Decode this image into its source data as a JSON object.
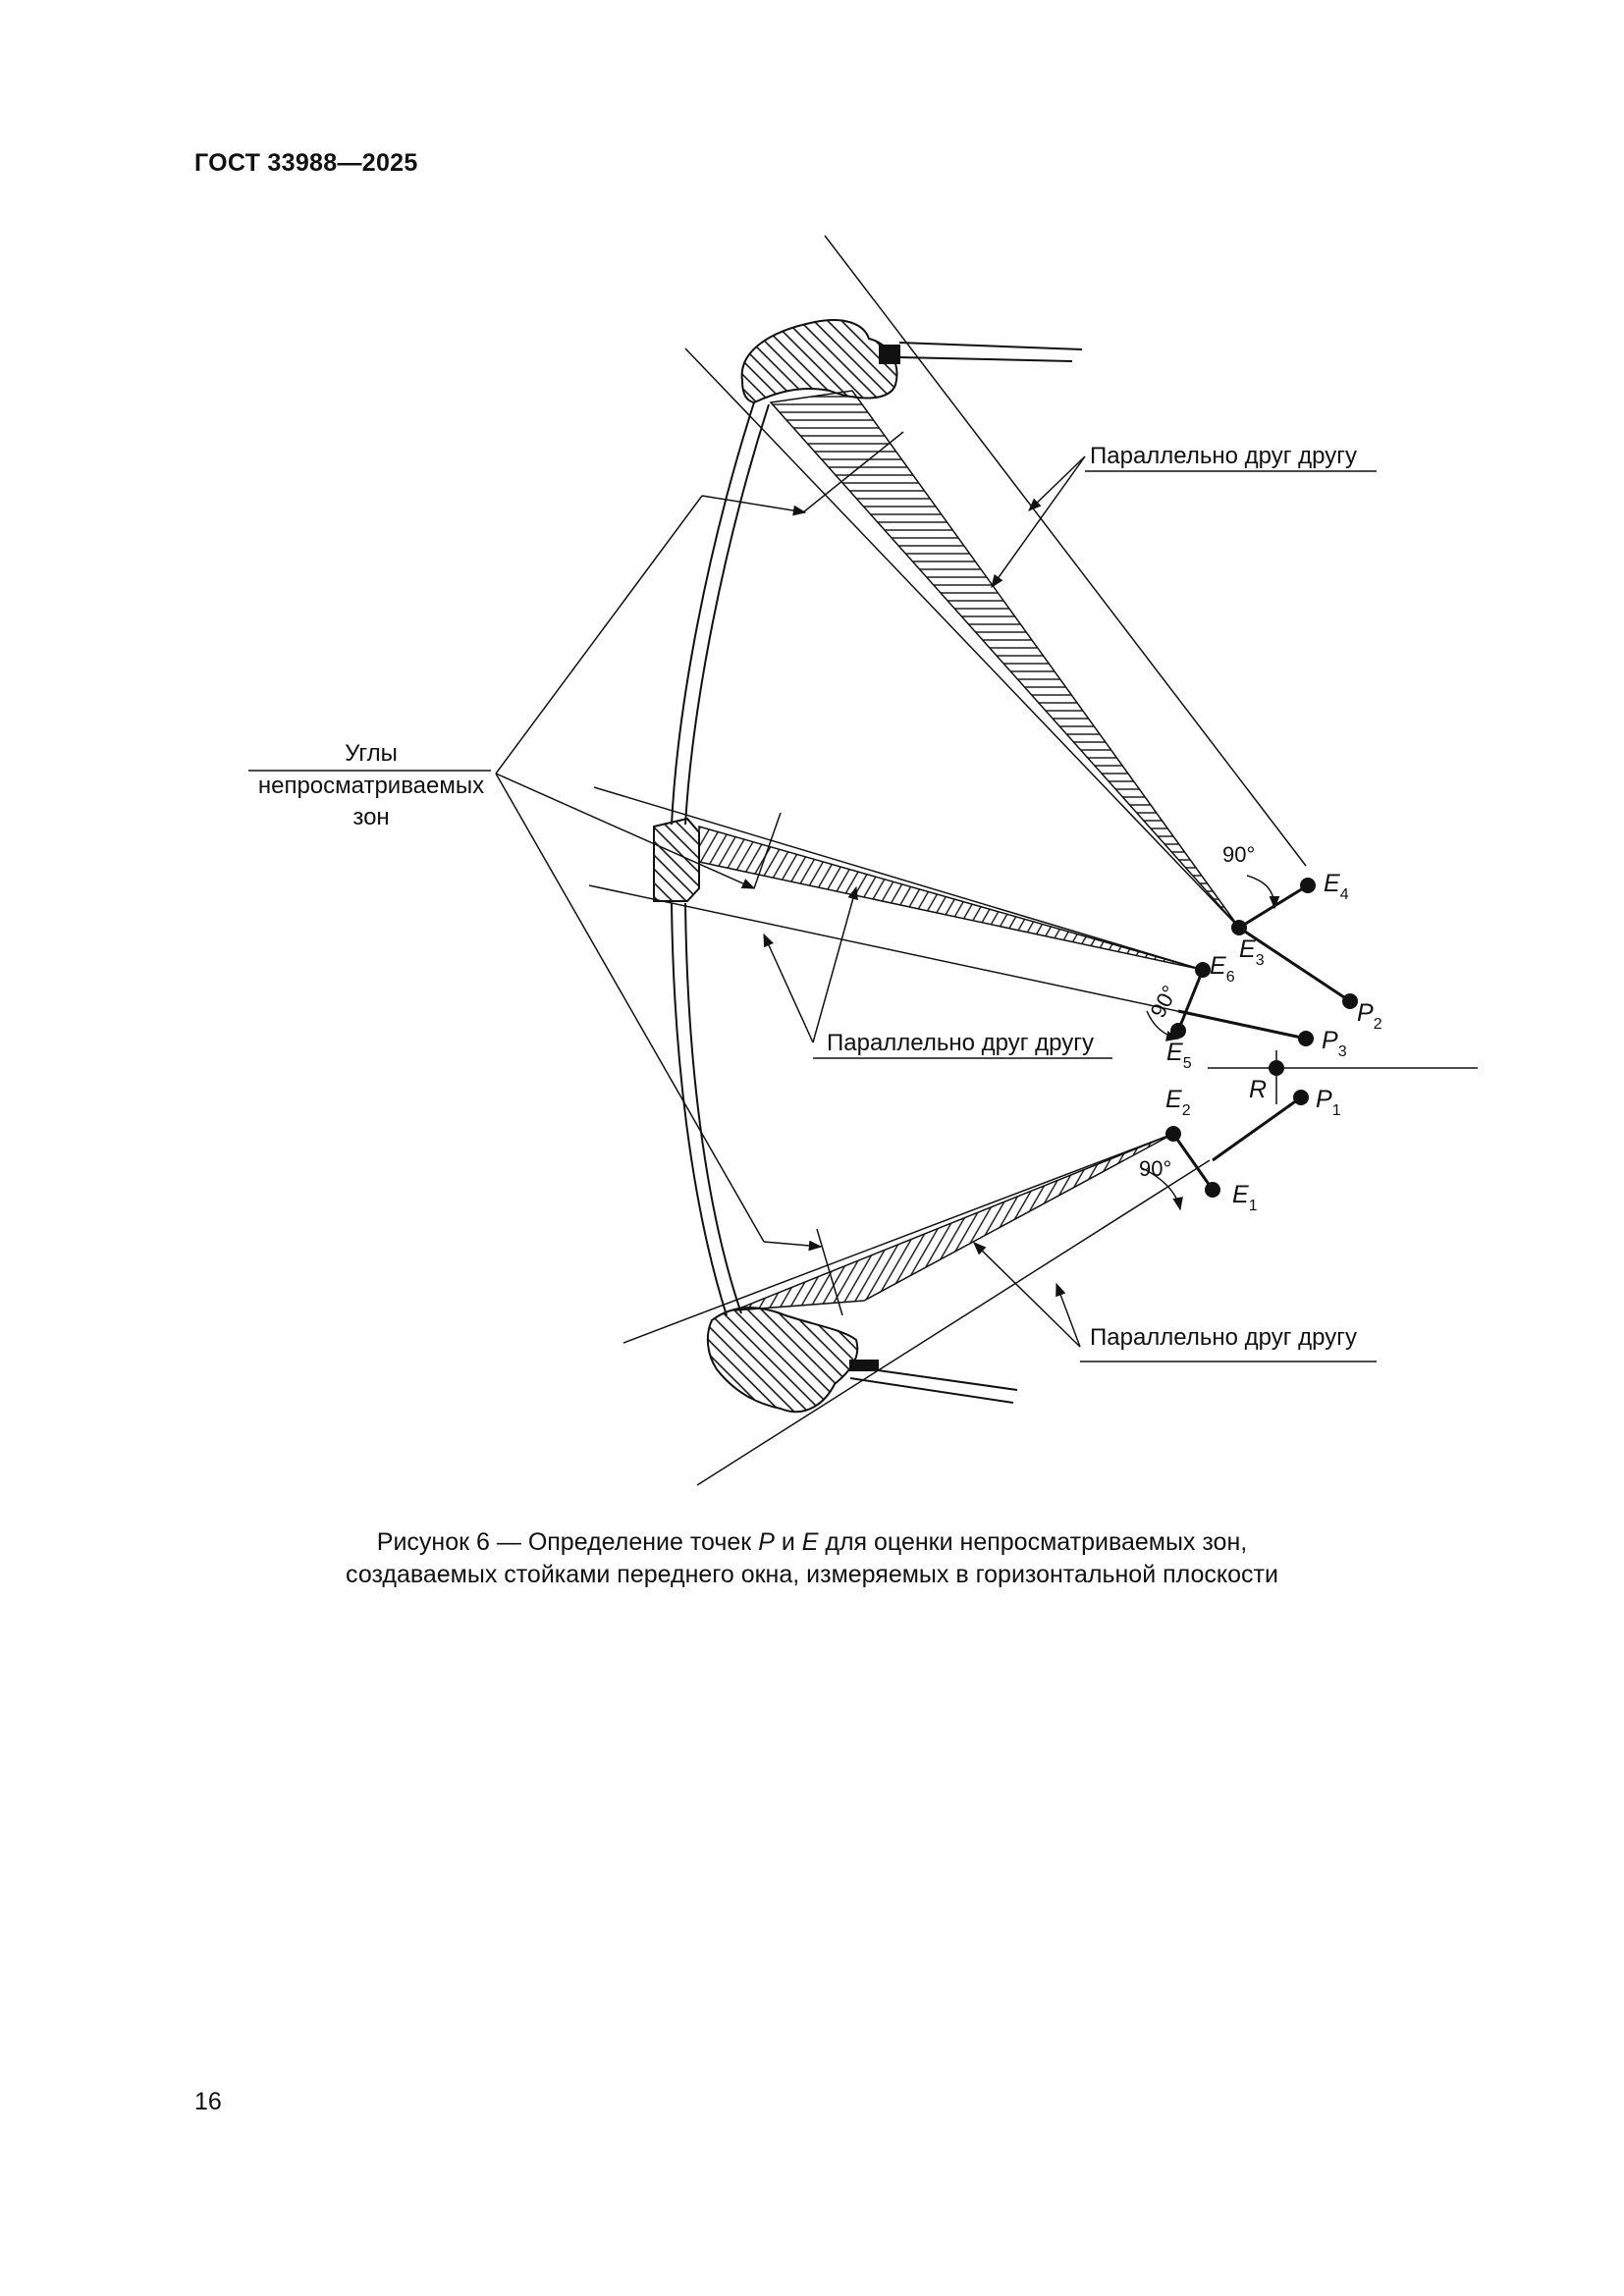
{
  "document": {
    "header": "ГОСТ 33988—2025",
    "page_number": "16"
  },
  "figure": {
    "label_blind_angles_line1": "Углы",
    "label_blind_angles_line2": "непросматриваемых",
    "label_blind_angles_line3": "зон",
    "label_parallel_top": "Параллельно друг другу",
    "label_parallel_middle": "Параллельно друг другу",
    "label_parallel_bottom": "Параллельно друг другу",
    "angle_label": "90°",
    "points": {
      "E1": {
        "letter": "E",
        "sub": "1"
      },
      "E2": {
        "letter": "E",
        "sub": "2"
      },
      "E3": {
        "letter": "E",
        "sub": "3"
      },
      "E4": {
        "letter": "E",
        "sub": "4"
      },
      "E5": {
        "letter": "E",
        "sub": "5"
      },
      "E6": {
        "letter": "E",
        "sub": "6"
      },
      "P1": {
        "letter": "P",
        "sub": "1"
      },
      "P2": {
        "letter": "P",
        "sub": "2"
      },
      "P3": {
        "letter": "P",
        "sub": "3"
      },
      "R": {
        "letter": "R"
      }
    }
  },
  "caption": {
    "line1_prefix": "Рисунок 6 — Определение точек ",
    "line1_P": "P",
    "line1_and": " и ",
    "line1_E": "E",
    "line1_suffix": " для оценки непросматриваемых зон,",
    "line2": "создаваемых стойками переднего окна, измеряемых в горизонтальной плоскости"
  }
}
